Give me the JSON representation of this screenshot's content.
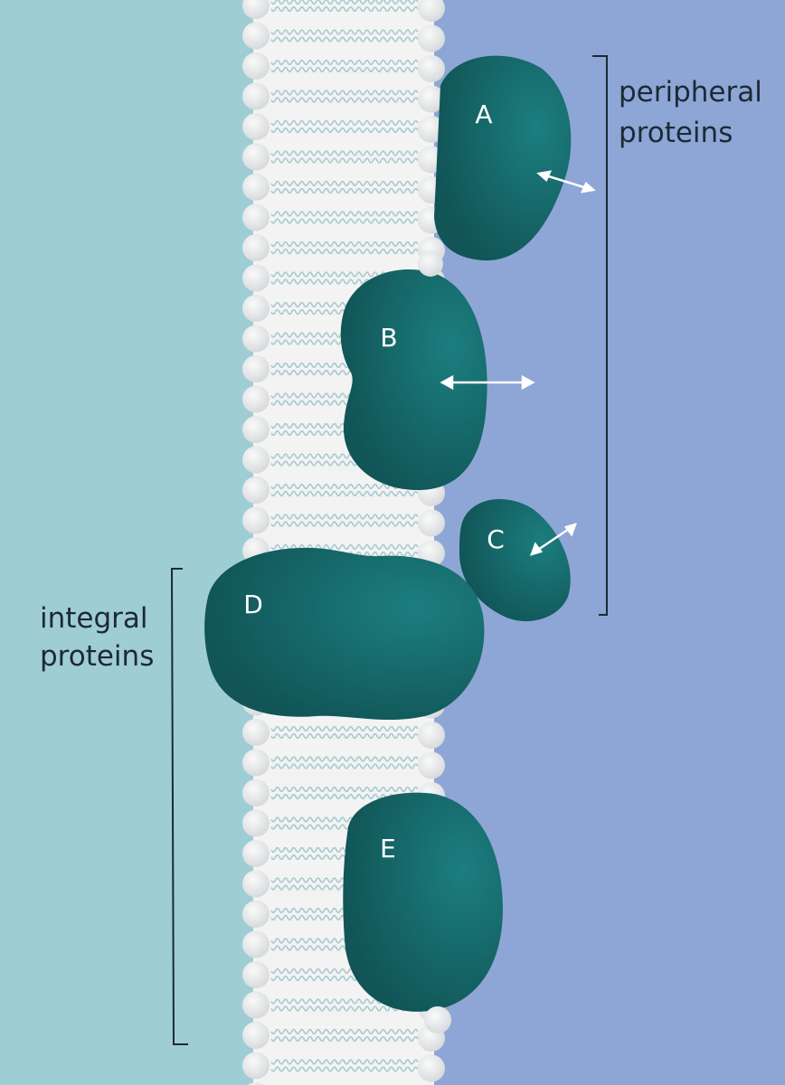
{
  "colors": {
    "extracellular": "#9fcdd4",
    "cytoplasm": "#8ea6d6",
    "membrane": "#f3f3f3",
    "head": "#e0e3e5",
    "tail": "#a9cbcf",
    "protein": "#135e60",
    "label": "#1c2a35"
  },
  "groups": {
    "peripheral": {
      "line1": "peripheral",
      "line2": "proteins"
    },
    "integral": {
      "line1": "integral",
      "line2": "proteins"
    }
  },
  "proteins": [
    {
      "id": "A",
      "label": "A",
      "kind": "peripheral"
    },
    {
      "id": "B",
      "label": "B",
      "kind": "peripheral"
    },
    {
      "id": "C",
      "label": "C",
      "kind": "peripheral"
    },
    {
      "id": "D",
      "label": "D",
      "kind": "integral"
    },
    {
      "id": "E",
      "label": "E",
      "kind": "integral"
    }
  ]
}
